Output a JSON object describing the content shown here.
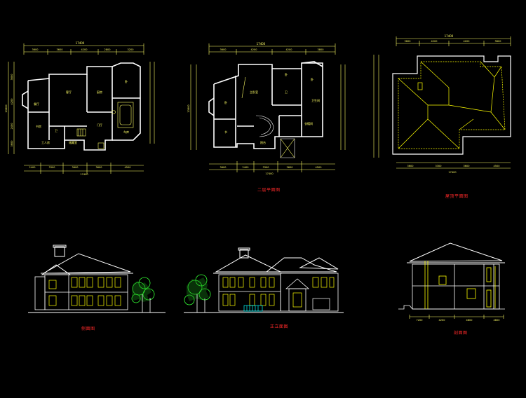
{
  "colors": {
    "background": "#000000",
    "wall": "#ffffff",
    "dim": "#ffff66",
    "accent": "#ffff00",
    "caption": "#ff2a2a",
    "tree": "#33ff33",
    "cyan": "#00ffff",
    "magenta": "#ff44ff"
  },
  "drawings": {
    "first_floor_plan": {
      "top_total": "17400",
      "bottom_total": "17400",
      "left_total": "13800",
      "top_dims": [
        "3600",
        "3600",
        "4200",
        "2800",
        "3200"
      ],
      "bottom_dims": [
        "2400",
        "3300",
        "3600",
        "3600",
        "4500"
      ],
      "left_dims": [
        "3600",
        "4200",
        "2400",
        "3600"
      ],
      "rooms": [
        "餐厅",
        "客厅",
        "厨房",
        "卧",
        "车库",
        "门厅",
        "书房",
        "卫",
        "工人房",
        "储藏室"
      ]
    },
    "second_floor_plan": {
      "top_total": "17400",
      "bottom_total": "17400",
      "left_total": "13800",
      "top_dims": [
        "3600",
        "4200",
        "4200",
        "3800"
      ],
      "bottom_dims": [
        "3600",
        "2400",
        "3300",
        "3600",
        "4500"
      ],
      "rooms": [
        "卧",
        "主卧室",
        "卧",
        "卫",
        "卧",
        "书",
        "卫生间",
        "衣帽间",
        "阳台"
      ],
      "caption": "二层平面图"
    },
    "roof_plan": {
      "top_total": "17400",
      "bottom_total": "17400",
      "top_dims": [
        "3600",
        "4200",
        "4200",
        "3800"
      ],
      "bottom_dims": [
        "3600",
        "3300",
        "3600",
        "4500"
      ],
      "caption": "屋顶平面图"
    },
    "side_elevation": {
      "caption": "侧面图"
    },
    "front_elevation": {
      "caption": "正立面图"
    },
    "section": {
      "bottom_dims": [
        "7200",
        "4200",
        "4800",
        "4800"
      ],
      "caption": "剖面图"
    }
  }
}
